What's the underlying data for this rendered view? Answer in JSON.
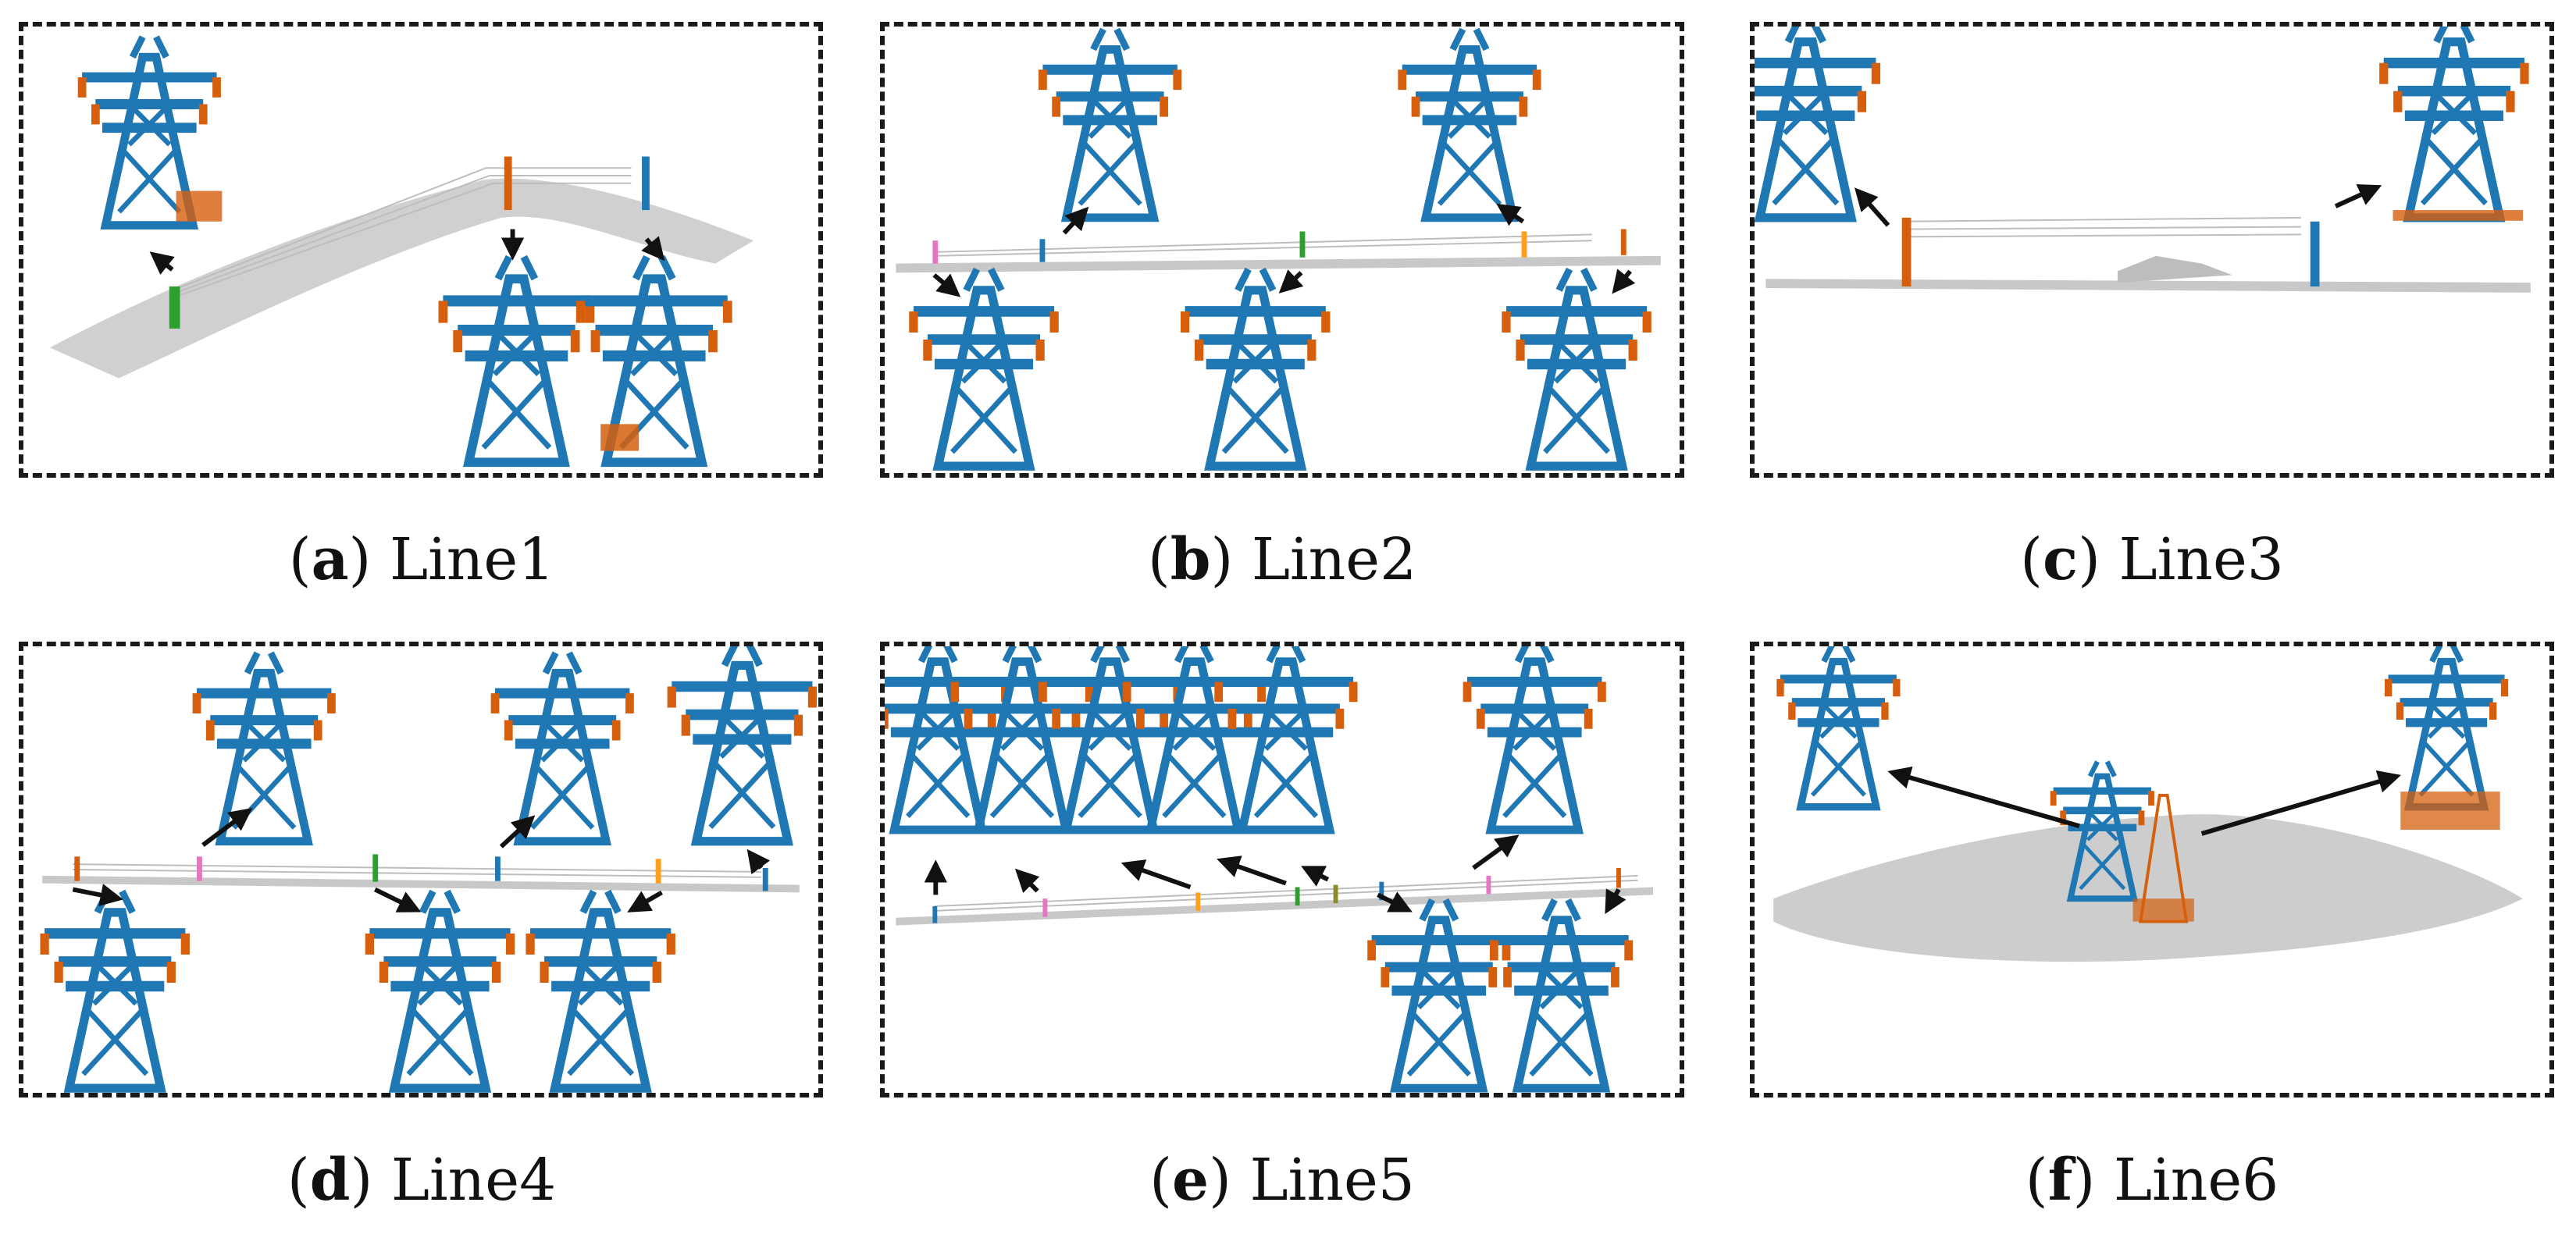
{
  "colors": {
    "tower": "#1f77b4",
    "insulator": "#d65f0e",
    "ground": "#c8c8c8",
    "frame": "#1a1a1a"
  },
  "panels": [
    {
      "letter": "a",
      "open": "(",
      "close": ")",
      "title": "Line1"
    },
    {
      "letter": "b",
      "open": "(",
      "close": ")",
      "title": "Line2"
    },
    {
      "letter": "c",
      "open": "(",
      "close": ")",
      "title": "Line3"
    },
    {
      "letter": "d",
      "open": "(",
      "close": ")",
      "title": "Line4"
    },
    {
      "letter": "e",
      "open": "(",
      "close": ")",
      "title": "Line5"
    },
    {
      "letter": "f",
      "open": "(",
      "close": ")",
      "title": "Line6"
    }
  ]
}
